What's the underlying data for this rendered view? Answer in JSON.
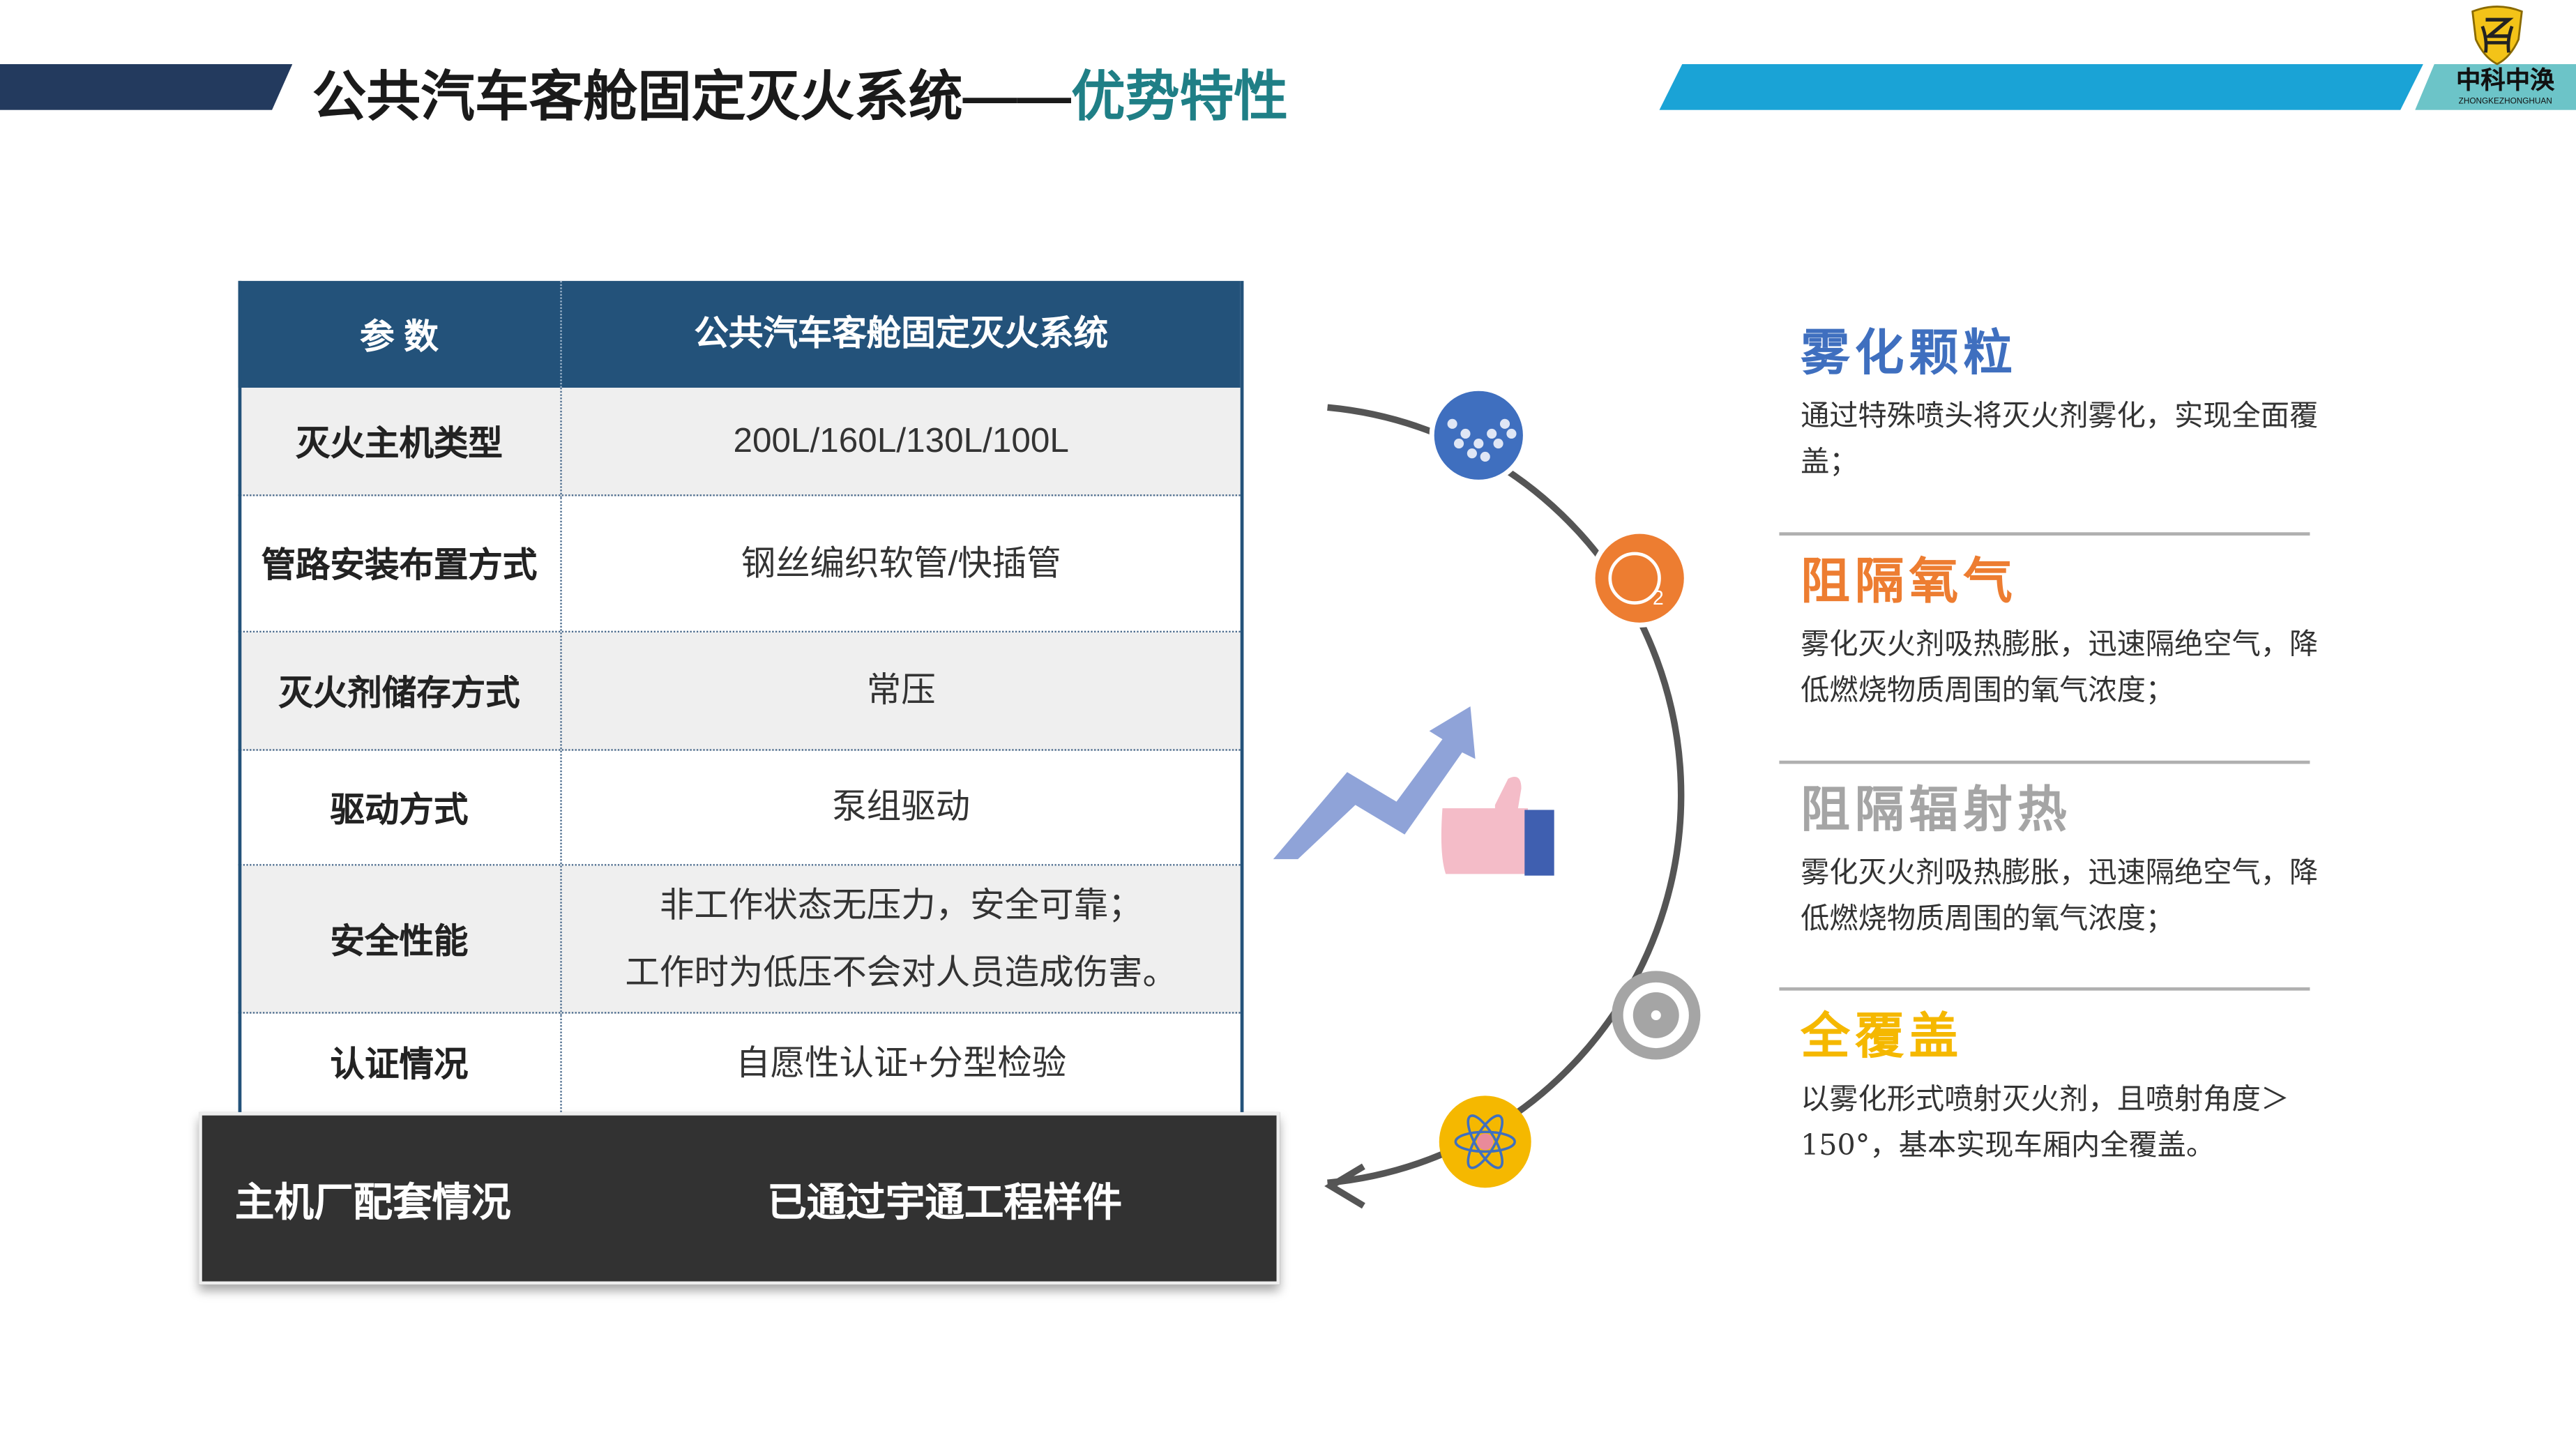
{
  "header": {
    "title_main": "公共汽车客舱固定灭火系统——",
    "title_highlight": "优势特性"
  },
  "logo": {
    "name": "中科中涣",
    "sub": "ZHONGKEZHONGHUAN"
  },
  "table": {
    "headers": [
      "参 数",
      "公共汽车客舱固定灭火系统"
    ],
    "rows": [
      {
        "param": "灭火主机类型",
        "value": [
          "200L/160L/130L/100L"
        ]
      },
      {
        "param": "管路安装布置方式",
        "value": [
          "钢丝编织软管/快插管"
        ]
      },
      {
        "param": "灭火剂储存方式",
        "value": [
          "常压"
        ]
      },
      {
        "param": "驱动方式",
        "value": [
          "泵组驱动"
        ]
      },
      {
        "param": "安全性能",
        "value": [
          "非工作状态无压力，安全可靠；",
          "工作时为低压不会对人员造成伤害。"
        ]
      },
      {
        "param": "认证情况",
        "value": [
          "自愿性认证+分型检验"
        ]
      }
    ],
    "highlight": {
      "param": "主机厂配套情况",
      "value": "已通过宇通工程样件"
    }
  },
  "features": [
    {
      "title": "雾化颗粒",
      "text": "通过特殊喷头将灭火剂雾化，实现全面覆盖；",
      "color": "#3f6fbf"
    },
    {
      "title": "阻隔氧气",
      "text": "雾化灭火剂吸热膨胀，迅速隔绝空气，降低燃烧物质周围的氧气浓度；",
      "color": "#ed7d31"
    },
    {
      "title": "阻隔辐射热",
      "text": "雾化灭火剂吸热膨胀，迅速隔绝空气，降低燃烧物质周围的氧气浓度；",
      "color": "#a5a5a5"
    },
    {
      "title": "全覆盖",
      "text": "以雾化形式喷射灭火剂，且喷射角度＞150°，基本实现车厢内全覆盖。",
      "color": "#f5b800"
    }
  ]
}
